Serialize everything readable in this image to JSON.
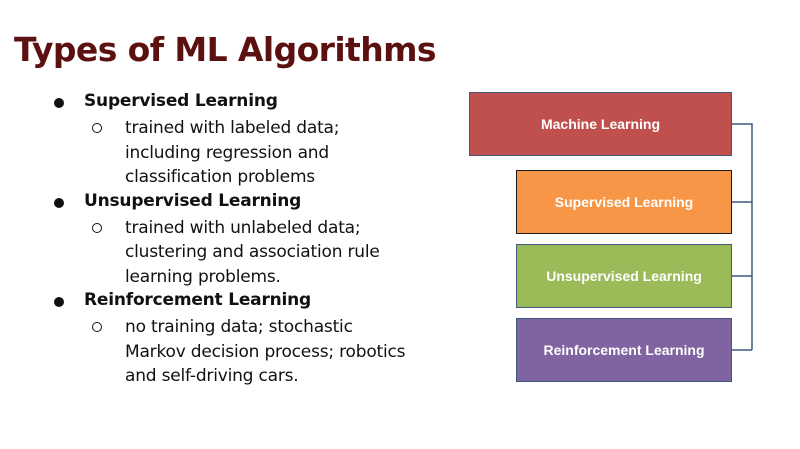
{
  "slide": {
    "title": "Types of ML Algorithms"
  },
  "bullets": [
    {
      "label": "Supervised Learning",
      "sub": [
        "trained with labeled data;",
        "including regression and",
        "classification problems"
      ]
    },
    {
      "label": "Unsupervised Learning",
      "sub": [
        "trained with unlabeled data;",
        "clustering and association rule",
        "learning problems."
      ]
    },
    {
      "label": "Reinforcement Learning",
      "sub": [
        "no training data; stochastic",
        "Markov decision process; robotics",
        "and self-driving cars."
      ]
    }
  ],
  "diagram": {
    "root": "Machine Learning",
    "children": [
      "Supervised Learning",
      "Unsupervised Learning",
      "Reinforcement Learning"
    ],
    "colors": {
      "root": "#c0504d",
      "supervised": "#f79646",
      "unsupervised": "#9bbb59",
      "reinforcement": "#8064a2",
      "connector": "#3e5a80"
    }
  }
}
